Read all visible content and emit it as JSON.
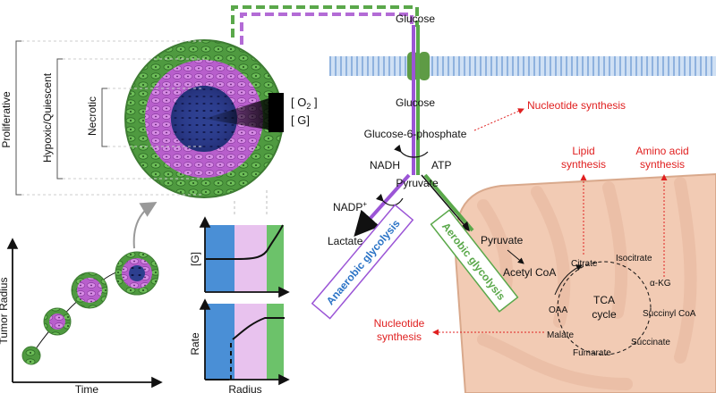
{
  "tumor_labels": {
    "proliferative": "Proliferative",
    "hypoxic": "Hypoxic/Quiescent",
    "necrotic": "Necrotic",
    "o2": "[ O",
    "o2_sub": "2",
    "o2_close": " ]",
    "g": "[ G]"
  },
  "growth_plot": {
    "ylabel": "Tumor Radius",
    "xlabel": "Time"
  },
  "profile_plot": {
    "top_ylabel": "[G]",
    "bottom_ylabel": "Rate",
    "xlabel": "Radius"
  },
  "pathway": {
    "glucose_out": "Glucose",
    "glucose_in": "Glucose",
    "g6p": "Glucose-6-phosphate",
    "nadh": "NADH",
    "atp": "ATP",
    "pyruvate": "Pyruvate",
    "nadp": "NADP",
    "nadp_sup": "+",
    "lactate": "Lactate",
    "pyruvate_mito": "Pyruvate",
    "acetyl_coa": "Acetyl CoA",
    "anaerobic": "Anaerobic glycolysis",
    "aerobic": "Aerobic glycolysis"
  },
  "outputs": {
    "nucleotide_top": "Nucleotide synthesis",
    "lipid_1": "Lipid",
    "lipid_2": "synthesis",
    "amino_1": "Amino acid",
    "amino_2": "synthesis",
    "nucleotide_left_1": "Nucleotide",
    "nucleotide_left_2": "synthesis"
  },
  "tca": {
    "title_1": "TCA",
    "title_2": "cycle",
    "citrate": "Citrate",
    "isocitrate": "Isocitrate",
    "akg": "α-KG",
    "succinyl": "Succinyl CoA",
    "succinate": "Succinate",
    "fumarate": "Fumarate",
    "malate": "Malate",
    "oaa": "OAA"
  },
  "colors": {
    "proliferative": "#5aa84a",
    "hypoxic": "#c879d8",
    "necrotic": "#2b3f8c",
    "anaerobic": "#9b55d6",
    "aerobic": "#5aa84a",
    "blue_zone": "#4a8fd6",
    "membrane": "#a9c8ec",
    "mito": "#f2cbb4",
    "red_text": "#e02020"
  }
}
